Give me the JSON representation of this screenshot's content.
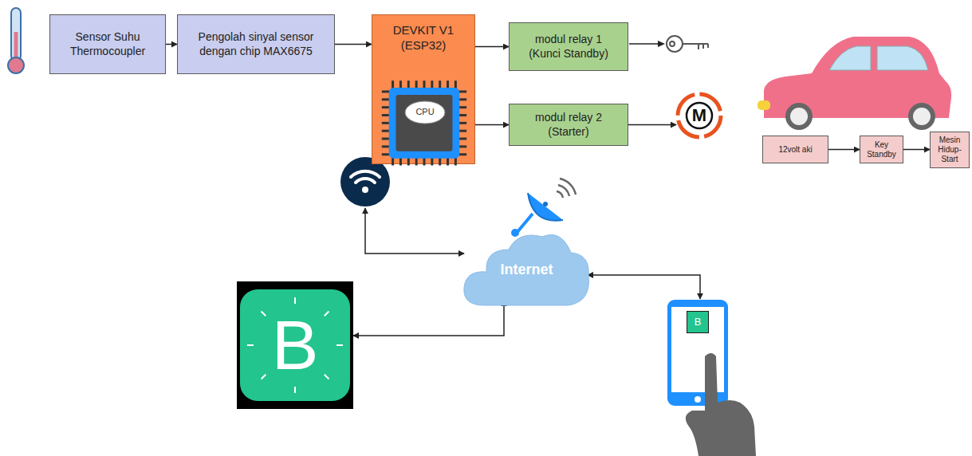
{
  "diagram": {
    "nodes": [
      {
        "text": [
          "Sensor Suhu Thermocoupler"
        ]
      },
      {
        "text": [
          "Pengolah sinyal sensor dengan chip MAX6675"
        ]
      },
      {
        "text": [
          "DEVKIT V1 (ESP32)"
        ]
      },
      {
        "text": [
          "CPU"
        ],
        "in": 2
      },
      {
        "text": [
          "modul relay 1 (Kunci Standby)"
        ]
      },
      {
        "text": [
          "modul relay 2 (Starter)"
        ]
      },
      {
        "text": [
          "12volt aki"
        ]
      },
      {
        "text": [
          "Key Standby"
        ]
      },
      {
        "text": [
          "Mesin Hidup-Start"
        ]
      },
      {
        "text": [
          "Internet"
        ]
      },
      {
        "text": [
          "M"
        ]
      },
      {
        "text": [
          "B"
        ]
      },
      {
        "text": [
          "B"
        ]
      }
    ],
    "edges": [
      {
        "from": 0,
        "to": 1,
        "arrow": "to"
      },
      {
        "from": 1,
        "to": 2,
        "arrow": "to"
      },
      {
        "from": 2,
        "to": 4,
        "arrow": "to"
      },
      {
        "from": 2,
        "to": 5,
        "arrow": "to"
      },
      {
        "from": 5,
        "to": 10,
        "arrow": "to"
      },
      {
        "from": 6,
        "to": 7,
        "arrow": "to"
      },
      {
        "from": 7,
        "to": 8,
        "arrow": "to"
      },
      {
        "from": 9,
        "to": 2,
        "arrow": "both"
      },
      {
        "from": 11,
        "to": 9,
        "arrow": "both"
      },
      {
        "from": 9,
        "to": 12,
        "arrow": "both"
      }
    ]
  }
}
